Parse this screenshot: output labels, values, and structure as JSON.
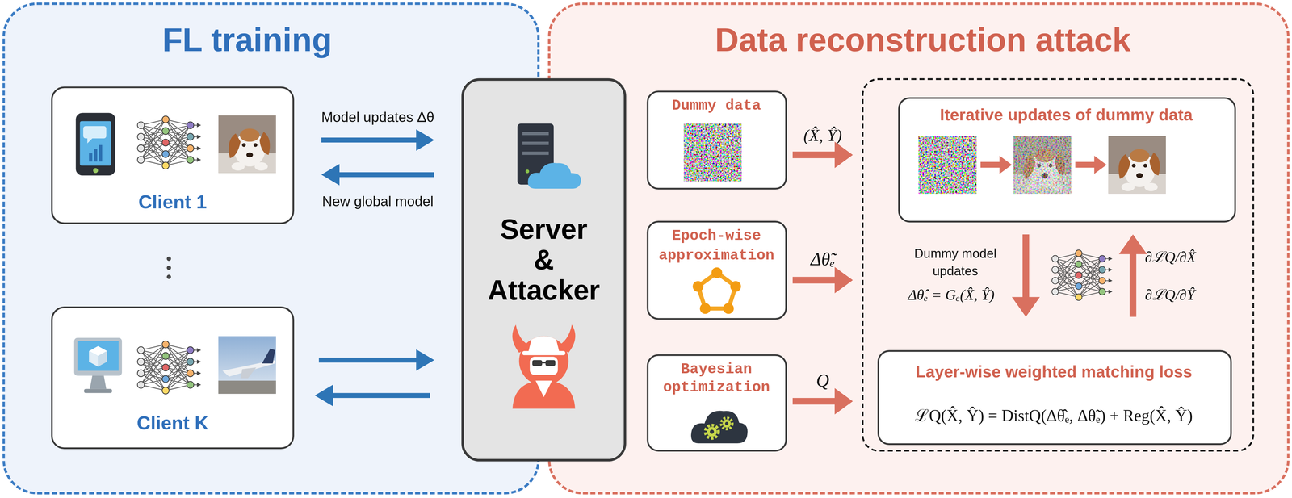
{
  "diagram": {
    "nodes": [
      {
        "text": [
          "FL training"
        ]
      },
      {
        "text": [
          "Client 1"
        ],
        "in": 0
      },
      {
        "text": [
          "Client K"
        ],
        "in": 0
      },
      {
        "text": [
          "Server & Attacker"
        ]
      },
      {
        "text": [
          "Data reconstruction attack"
        ]
      },
      {
        "text": [
          "Dummy data"
        ],
        "in": 4
      },
      {
        "text": [
          "Epoch-wise approximation"
        ],
        "in": 4
      },
      {
        "text": [
          "Bayesian optimization"
        ],
        "in": 4
      },
      {
        "text": [
          "Dummy model updates",
          "Δθ̂ₑ = Gₑ(X̂, Ŷ)",
          "∂ℒQ/∂X̂",
          "∂ℒQ/∂Ŷ"
        ],
        "in": 4
      },
      {
        "text": [
          "Iterative updates of dummy data"
        ],
        "in": 8
      },
      {
        "text": [
          "Layer-wise weighted matching loss",
          "ℒQ(X̂, Ŷ) = DistQ(Δθ̂ₑ, Δθ̃ₑ) + Reg(X̂, Ŷ)"
        ],
        "in": 8
      }
    ],
    "edges": [
      {
        "from": 1,
        "to": 3,
        "arrow": "to",
        "label": "Model updates Δθ"
      },
      {
        "from": 3,
        "to": 1,
        "arrow": "to",
        "label": "New global model"
      },
      {
        "from": 2,
        "to": 3,
        "arrow": "to"
      },
      {
        "from": 3,
        "to": 2,
        "arrow": "to"
      },
      {
        "from": 5,
        "to": 8,
        "arrow": "to",
        "label": "(X̂, Ŷ)"
      },
      {
        "from": 6,
        "to": 8,
        "arrow": "to",
        "label": "Δθ̃ₑ"
      },
      {
        "from": 7,
        "to": 8,
        "arrow": "to",
        "label": "Q"
      },
      {
        "from": 9,
        "to": 10,
        "arrow": "to"
      },
      {
        "from": 10,
        "to": 9,
        "arrow": "to"
      }
    ]
  }
}
